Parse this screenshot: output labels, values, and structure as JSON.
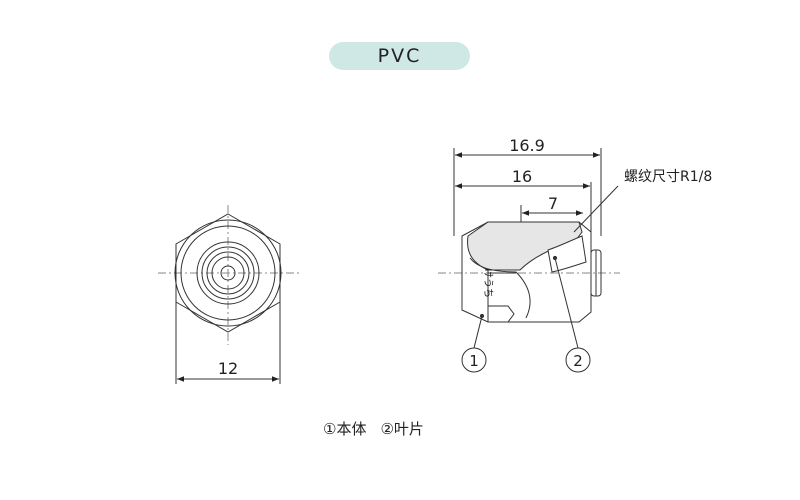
{
  "title": "PVC",
  "dimensions": {
    "overall_length": "16.9",
    "body_length": "16",
    "inner_length": "7",
    "width": "12"
  },
  "thread_note": "螺纹尺寸R1/8",
  "balloons": [
    "1",
    "2"
  ],
  "body_marking": "けうち",
  "legend": {
    "item1": "①本体",
    "item2": "②叶片"
  },
  "colors": {
    "pill_background": "#cfe8e5",
    "line": "#333333",
    "section_fill": "#e6e6e6"
  }
}
